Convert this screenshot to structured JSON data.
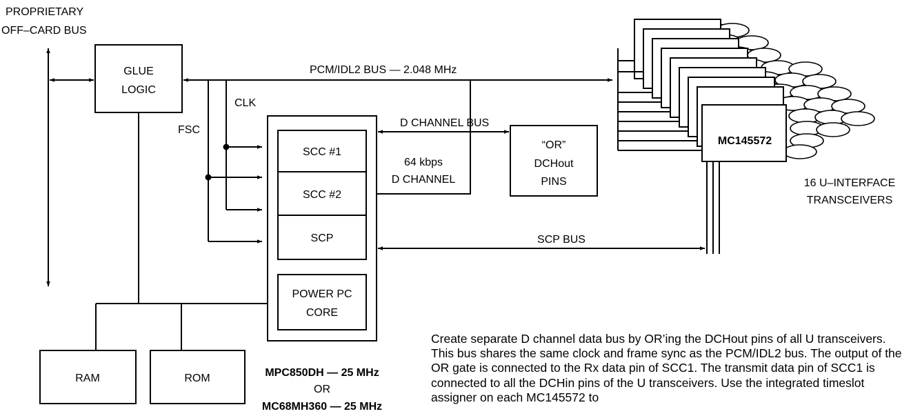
{
  "labels": {
    "offcard_bus_line1": "PROPRIETARY",
    "offcard_bus_line2": "OFF–CARD BUS",
    "glue_logic_line1": "GLUE",
    "glue_logic_line2": "LOGIC",
    "pcm_bus": "PCM/IDL2 BUS — 2.048 MHz",
    "fsc": "FSC",
    "clk": "CLK",
    "d_channel_bus": "D CHANNEL BUS",
    "d_channel_rate_line1": "64 kbps",
    "d_channel_rate_line2": "D CHANNEL",
    "or_block_line1": "“OR”",
    "or_block_line2": "DCHout",
    "or_block_line3": "PINS",
    "scc1": "SCC #1",
    "scc2": "SCC #2",
    "scp": "SCP",
    "scp_bus": "SCP BUS",
    "core_line1": "POWER PC",
    "core_line2": "CORE",
    "ram": "RAM",
    "rom": "ROM",
    "cpu_line1": "MPC850DH — 25 MHz",
    "cpu_line2": "OR",
    "cpu_line3": "MC68MH360 — 25 MHz",
    "transceiver_chip": "MC145572",
    "transceivers_line1": "16 U–INTERFACE",
    "transceivers_line2": "TRANSCEIVERS"
  },
  "note_text": "Create separate D channel data bus by OR’ing the DCHout pins of all U transceivers. This bus shares the same clock and frame sync as the PCM/IDL2 bus. The output of the OR gate is connected to the Rx data pin of SCC1. The transmit data pin of SCC1 is connected to all the DCHin pins of the U transceivers. Use the integrated timeslot assigner on each MC145572 to"
}
